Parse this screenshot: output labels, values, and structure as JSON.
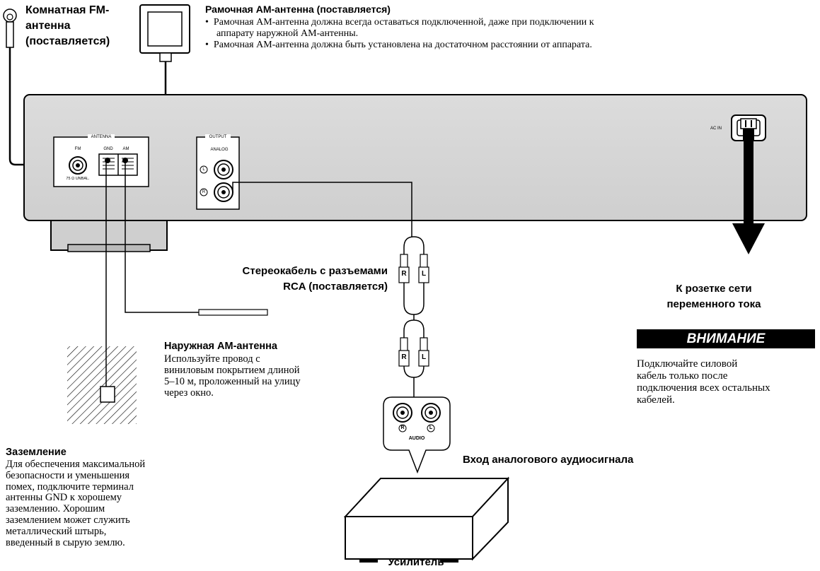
{
  "fm_antenna": {
    "line1": "Комнатная FM-",
    "line2": "антенна",
    "line3": "(поставляется)"
  },
  "am_loop": {
    "title": "Рамочная AM-антенна (поставляется)",
    "bullet1_a": "Рамочная AM-антенна должна всегда оставаться подключенной, даже при подключении к",
    "bullet1_b": "аппарату наружной AM-антенны.",
    "bullet2": "Рамочная AM-антенна должна быть установлена на достаточном расстоянии от аппарата."
  },
  "panel": {
    "antenna_label": "ANTENNA",
    "fm": "FM",
    "gnd": "GND",
    "am": "AM",
    "fm_ohm": "75 Ω UNBAL.",
    "output_label": "OUTPUT",
    "analog": "ANALOG",
    "l": "L",
    "r": "R",
    "ac_in": "AC IN"
  },
  "rca_cable": {
    "line1": "Стереокабель с разъемами",
    "line2": "RCA (поставляется)",
    "r": "R",
    "l": "L"
  },
  "power": {
    "line1": "К розетке сети",
    "line2": "переменного тока"
  },
  "warning": {
    "title": "ВНИМАНИЕ",
    "line1": "Подключайте силовой",
    "line2": "кабель только после",
    "line3": "подключения всех остальных",
    "line4": "кабелей."
  },
  "outdoor_am": {
    "title": "Наружная AM-антенна",
    "line1": "Используйте провод с",
    "line2": "виниловым покрытием длиной",
    "line3": "5–10 м, проложенный на улицу",
    "line4": "через окно."
  },
  "ground": {
    "title": "Заземление",
    "line1": "Для обеспечения максимальной",
    "line2": "безопасности и уменьшения",
    "line3": "помех, подключите терминал",
    "line4": "антенны GND к хорошему",
    "line5": "заземлению. Хорошим",
    "line6": "заземлением может служить",
    "line7": "металлический штырь,",
    "line8": "введенный в сырую землю."
  },
  "amp_input": {
    "audio": "AUDIO",
    "r": "R",
    "l": "L",
    "label": "Вход аналогового аудиосигнала"
  },
  "amplifier": {
    "label": "Усилитель"
  }
}
